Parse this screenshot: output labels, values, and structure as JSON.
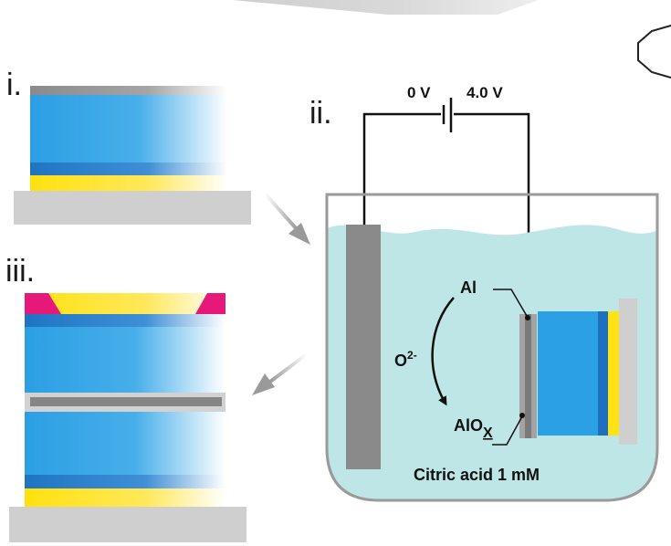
{
  "panels": {
    "i": {
      "label": "i."
    },
    "ii": {
      "label": "ii."
    },
    "iii": {
      "label": "iii."
    }
  },
  "circuit": {
    "voltage_left": "0 V",
    "voltage_right": "4.0 V"
  },
  "electrolyte": {
    "label": "Citric acid 1 mM"
  },
  "annotations": {
    "metal": "Al",
    "ion_base": "O",
    "ion_charge": "2-",
    "oxide_base": "AlO",
    "oxide_sub": "X"
  },
  "colors": {
    "blue_layer": "#2ba0e4",
    "yellow_layer": "#ffe214",
    "magenta_edge": "#e6197a",
    "substrate_gray": "#cfcfcf",
    "electrolyte": "#bfe6e6",
    "electrode_dark": "#8a8a8a",
    "arrow_gray": "#9a9a9a"
  }
}
